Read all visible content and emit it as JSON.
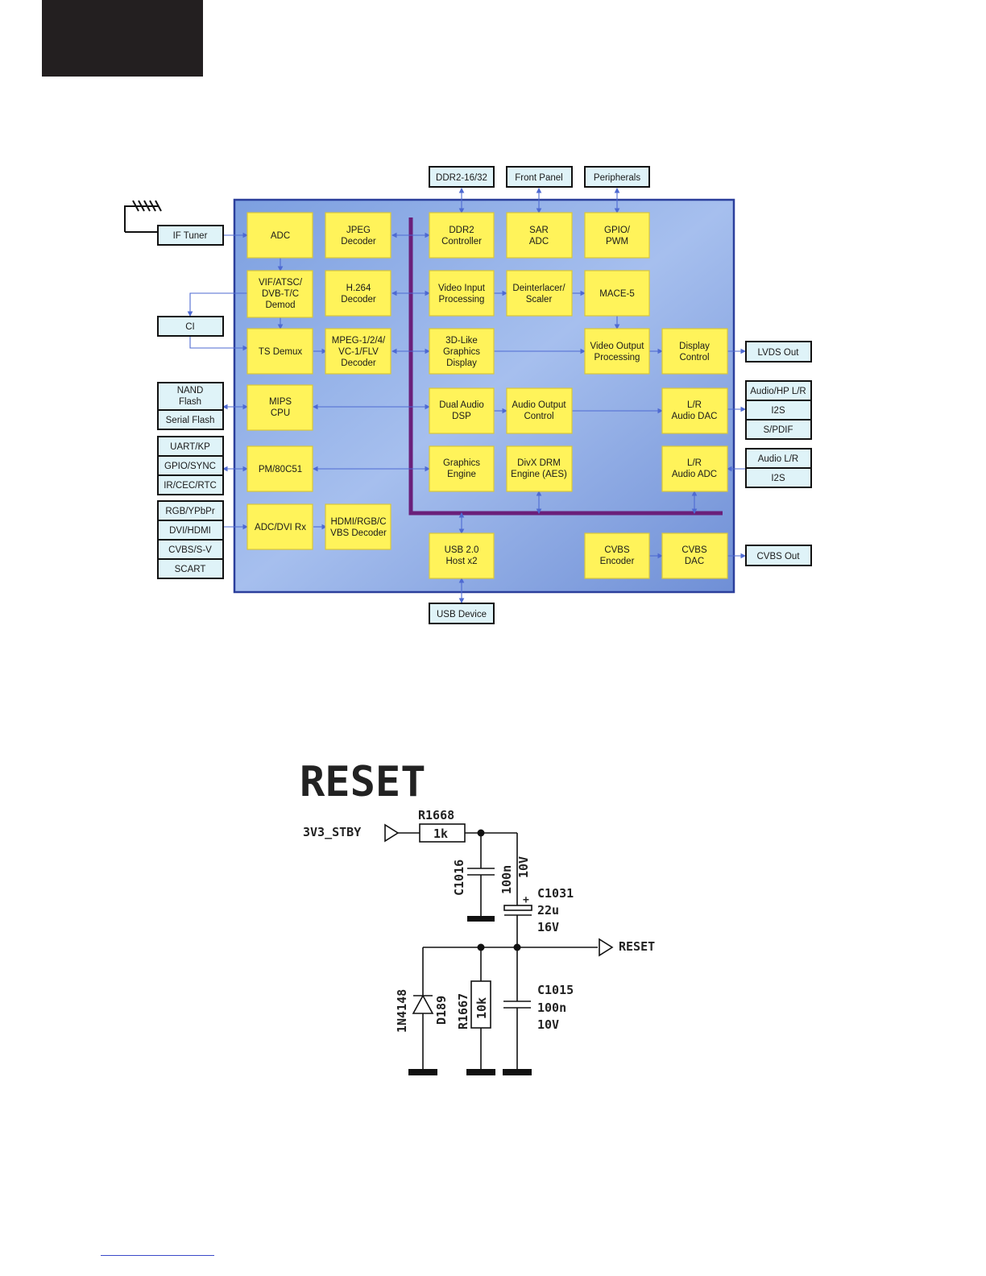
{
  "block_diagram": {
    "external": {
      "ddr": "DDR2-16/32",
      "front_panel": "Front Panel",
      "peripherals": "Peripherals",
      "if_tuner": "IF Tuner",
      "ci": "CI",
      "nand_flash": [
        "NAND",
        "Flash"
      ],
      "serial_flash": "Serial Flash",
      "uart_kp": "UART/KP",
      "gpio_sync": "GPIO/SYNC",
      "ir_cec_rtc": "IR/CEC/RTC",
      "rgb_ypbpr": "RGB/YPbPr",
      "dvi_hdmi": "DVI/HDMI",
      "cvbs_sv": "CVBS/S-V",
      "scart": "SCART",
      "lvds_out": "LVDS Out",
      "audio_hp": "Audio/HP L/R",
      "i2s_out": "I2S",
      "spdif": "S/PDIF",
      "audio_lr_in": "Audio L/R",
      "i2s_in": "I2S",
      "cvbs_out": "CVBS Out",
      "usb_device": "USB Device"
    },
    "blocks": {
      "adc": [
        "ADC"
      ],
      "jpeg": [
        "JPEG",
        "Decoder"
      ],
      "ddr2_ctrl": [
        "DDR2",
        "Controller"
      ],
      "sar_adc": [
        "SAR",
        "ADC"
      ],
      "gpio_pwm": [
        "GPIO/",
        "PWM"
      ],
      "demod": [
        "VIF/ATSC/",
        "DVB-T/C",
        "Demod"
      ],
      "h264": [
        "H.264",
        "Decoder"
      ],
      "video_input": [
        "Video Input",
        "Processing"
      ],
      "deinterlacer": [
        "Deinterlacer/",
        "Scaler"
      ],
      "mace5": [
        "MACE-5"
      ],
      "ts_demux": [
        "TS Demux"
      ],
      "mpeg": [
        "MPEG-1/2/4/",
        "VC-1/FLV",
        "Decoder"
      ],
      "graphics3d": [
        "3D-Like",
        "Graphics",
        "Display"
      ],
      "video_output": [
        "Video Output",
        "Processing"
      ],
      "display_ctrl": [
        "Display",
        "Control"
      ],
      "mips": [
        "MIPS",
        "CPU"
      ],
      "dual_audio": [
        "Dual Audio",
        "DSP"
      ],
      "audio_out_ctrl": [
        "Audio Output",
        "Control"
      ],
      "audio_dac": [
        "L/R",
        "Audio DAC"
      ],
      "pm": [
        "PM/80C51"
      ],
      "gfx_engine": [
        "Graphics",
        "Engine"
      ],
      "divx": [
        "DivX DRM",
        "Engine (AES)"
      ],
      "audio_adc": [
        "L/R",
        "Audio ADC"
      ],
      "adc_dvi": [
        "ADC/DVI Rx"
      ],
      "hdmi_dec": [
        "HDMI/RGB/C",
        "VBS Decoder"
      ],
      "usb_host": [
        "USB 2.0",
        "Host x2"
      ],
      "cvbs_enc": [
        "CVBS",
        "Encoder"
      ],
      "cvbs_dac": [
        "CVBS",
        "DAC"
      ]
    }
  },
  "schematic": {
    "title": "RESET",
    "input_label": "3V3_STBY",
    "output_label": "RESET",
    "r1668": {
      "ref": "R1668",
      "value": "1k"
    },
    "c1016": {
      "ref": "C1016",
      "value": "100n",
      "voltage": "10V"
    },
    "c1031": {
      "ref": "C1031",
      "value": "22u",
      "voltage": "16V"
    },
    "d189": {
      "ref": "D189",
      "part": "1N4148"
    },
    "r1667": {
      "ref": "R1667",
      "value": "10k"
    },
    "c1015": {
      "ref": "C1015",
      "value": "100n",
      "voltage": "10V"
    }
  },
  "colors": {
    "chip_fill": "#8faee6",
    "chip_border": "#2b3f9c",
    "block_fill": "#fff35a",
    "external_fill": "#dff3f8",
    "bus": "#6a1f7a",
    "connector": "#4e6ad2"
  }
}
